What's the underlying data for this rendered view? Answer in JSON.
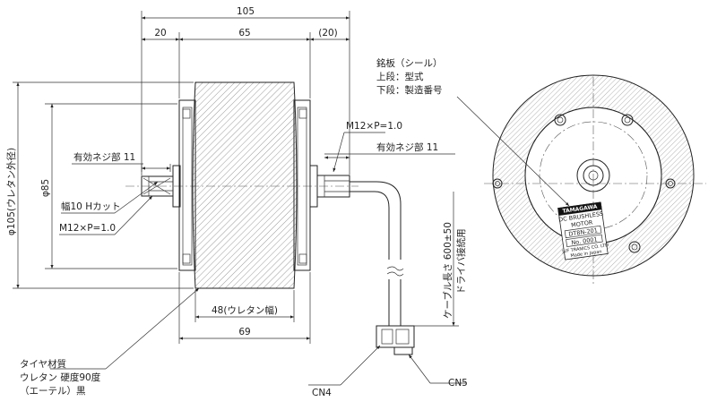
{
  "dimensions": {
    "overall_length": "105",
    "shaft_length": "20",
    "body_length": "65",
    "cable_side_length": "(20)",
    "outer_diameter": "φ105(ウレタン外径)",
    "core_diameter": "φ85",
    "urethane_width": "48(ウレタン幅)",
    "frame_width": "69",
    "cable_length": "ケーブル長さ 600±50",
    "cable_note": "ドライバ接続用"
  },
  "callouts": {
    "thread_left": "有効ネジ部 11",
    "hex_cut": "幅10 Hカット",
    "bolt_left": "M12×P=1.0",
    "bolt_right": "M12×P=1.0",
    "thread_right": "有効ネジ部 11",
    "nameplate_title": "銘板（シール）",
    "nameplate_upper": "上段：型式",
    "nameplate_lower": "下段：製造番号",
    "tire_material": "タイヤ材質",
    "tire_urethane": "ウレタン 硬度90度",
    "tire_ether": "（エーテル）黒",
    "connector_1": "CN4",
    "connector_2": "CN5"
  },
  "nameplate": {
    "brand": "TAMAGAWA",
    "line1": "DC BRUSHLESS",
    "line2": "MOTOR",
    "model": "DT8N-201",
    "serial": "No. 0001",
    "maker": "JUF TRANICS CO. LTD",
    "origin": "Made in Japan"
  },
  "colors": {
    "line": "#222222",
    "hatch": "#555555",
    "background": "#ffffff"
  }
}
